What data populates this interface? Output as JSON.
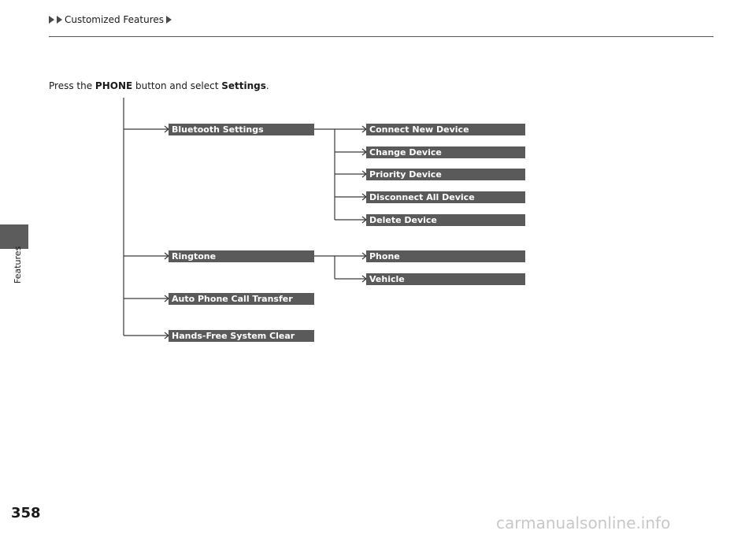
{
  "header": {
    "breadcrumb": "Customized Features"
  },
  "sidebar": {
    "label": "Features"
  },
  "page": {
    "number": "358"
  },
  "intro": {
    "prefix": "Press the ",
    "button": "PHONE",
    "middle": " button and select ",
    "menu": "Settings",
    "suffix": "."
  },
  "menu": {
    "bluetooth_settings": "Bluetooth Settings",
    "bluetooth_children": [
      "Connect New Device",
      "Change Device",
      "Priority Device",
      "Disconnect All Device",
      "Delete Device"
    ],
    "ringtone": "Ringtone",
    "ringtone_children": [
      "Phone",
      "Vehicle"
    ],
    "auto_transfer": "Auto Phone Call Transfer",
    "hands_free_clear": "Hands-Free System Clear"
  },
  "watermark": "carmanualsonline.info"
}
